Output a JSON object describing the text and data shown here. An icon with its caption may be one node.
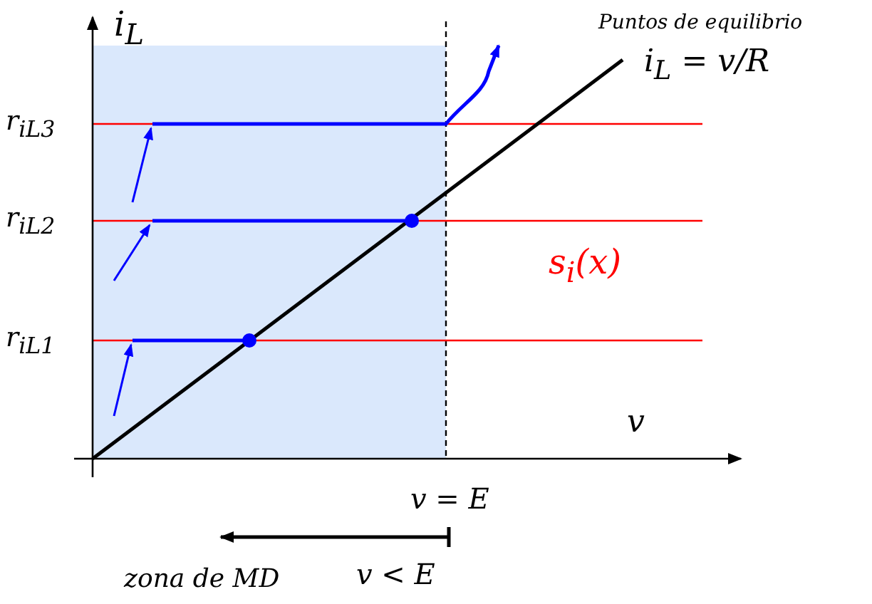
{
  "diagram": {
    "labels": [
      "i$_{L}$",
      "Puntos de equilibrio",
      "i$_{L}$ = v/R",
      "r$_{i}$$_{L3}$",
      "r$_{i}$$_{L2}$",
      "s$_{i}$(x)",
      "r$_{i}$$_{L1}$",
      "v",
      "v = E",
      "zona de MD",
      "v < E"
    ]
  }
}
